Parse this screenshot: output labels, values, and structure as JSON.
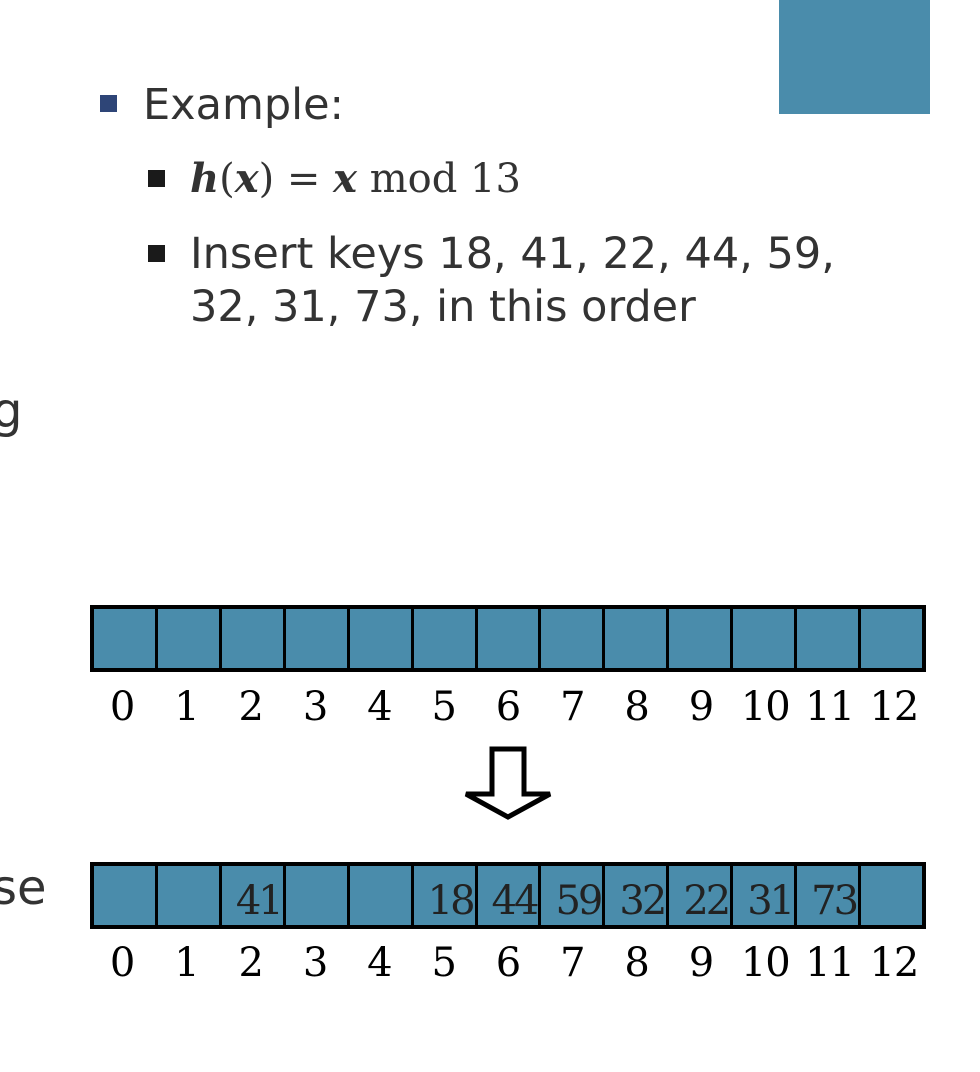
{
  "colors": {
    "cell_fill": "#4a8cab",
    "corner_box": "#4a8cab",
    "bullet_l1": "#2e4577",
    "bullet_l2": "#1a1a1a",
    "border": "#000000"
  },
  "fragments": {
    "left_g": "g",
    "left_se": "se"
  },
  "bullets": {
    "example_label": "Example:",
    "hash": {
      "h": "h",
      "open": "(",
      "x": "x",
      "close": ")",
      "eq": " = ",
      "x2": "x",
      "rest": " mod 13"
    },
    "insert_text": "Insert keys 18, 41, 22, 44, 59, 32, 31, 73, in this order"
  },
  "diagram": {
    "indices": [
      "0",
      "1",
      "2",
      "3",
      "4",
      "5",
      "6",
      "7",
      "8",
      "9",
      "10",
      "11",
      "12"
    ],
    "before": [
      "",
      "",
      "",
      "",
      "",
      "",
      "",
      "",
      "",
      "",
      "",
      "",
      ""
    ],
    "after": [
      "",
      "",
      "41",
      "",
      "",
      "18",
      "44",
      "59",
      "32",
      "22",
      "31",
      "73",
      ""
    ],
    "arrow_icon": "down-arrow-icon"
  }
}
